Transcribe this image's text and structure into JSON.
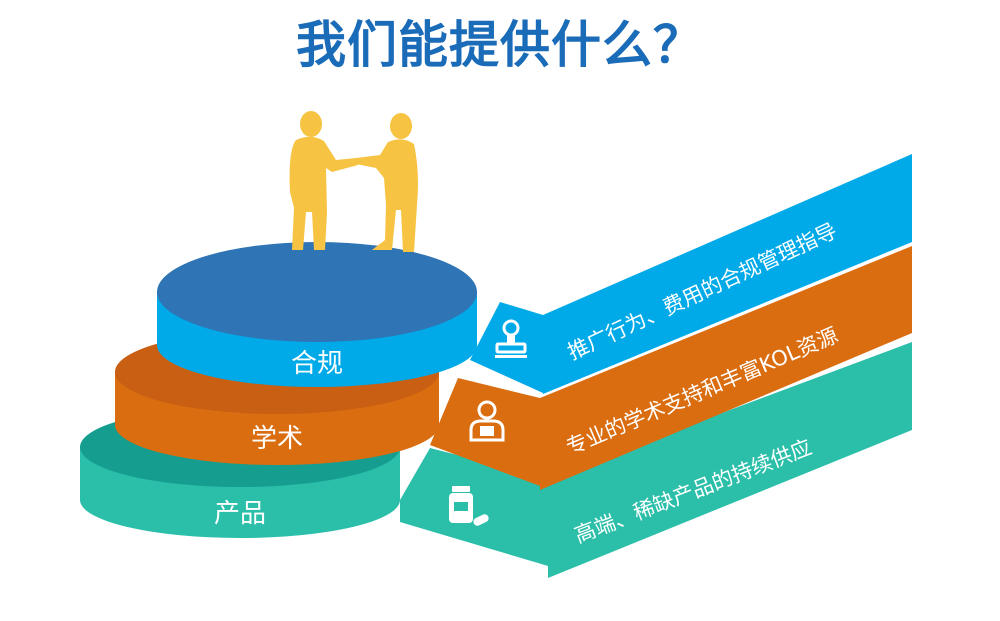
{
  "title": "我们能提供什么？",
  "tiers": [
    {
      "label": "合规",
      "desc": "推广行为、费用的合规管理指导",
      "icon": "stamp-icon"
    },
    {
      "label": "学术",
      "desc": "专业的学术支持和丰富KOL资源",
      "icon": "doctor-icon"
    },
    {
      "label": "产品",
      "desc": "高端、稀缺产品的持续供应",
      "icon": "medicine-bottle-icon"
    }
  ],
  "colors": {
    "title": "#1a6bb8",
    "compliance_top": "#2f74b5",
    "compliance_side": "#00a9e8",
    "academic_top": "#c85f12",
    "academic_side": "#d96d10",
    "product_top": "#159e8f",
    "product_side": "#2bbfaa",
    "figures": "#f7c343"
  }
}
